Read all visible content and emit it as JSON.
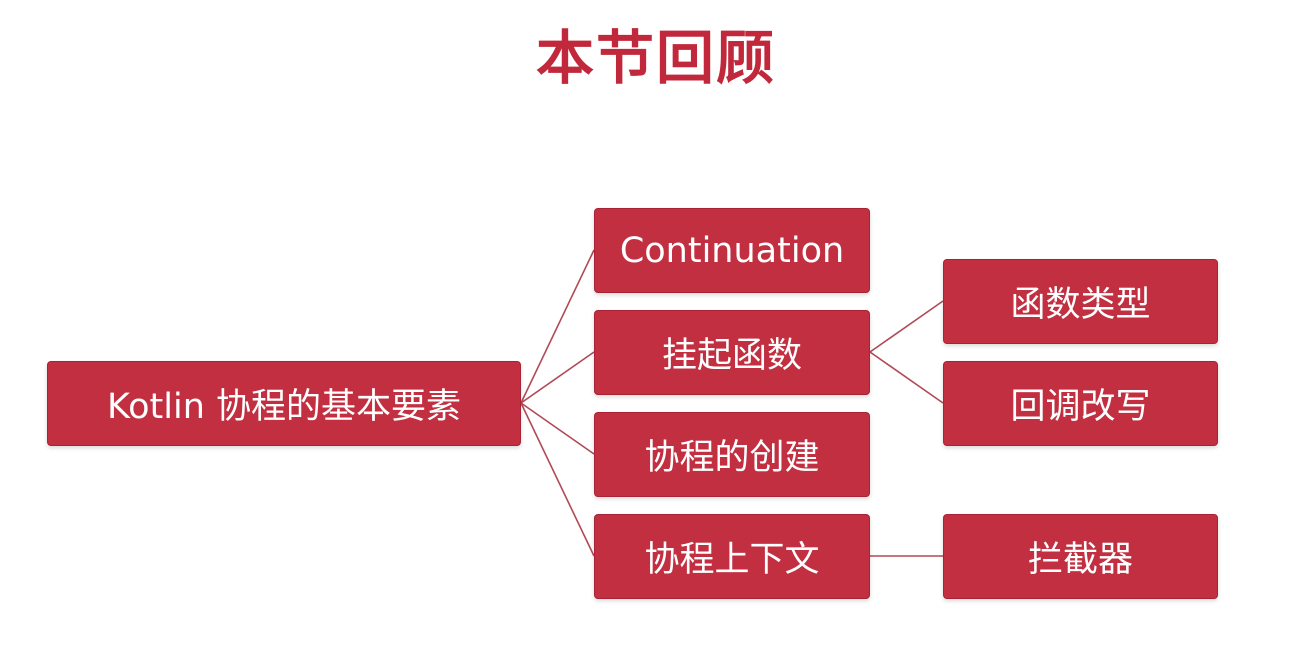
{
  "title": "本节回顾",
  "colors": {
    "accent": "#c1283b",
    "box_fill": "#c12f41",
    "line": "#b04a55"
  },
  "root": "Kotlin 协程的基本要素",
  "level1": [
    "Continuation",
    "挂起函数",
    "协程的创建",
    "协程上下文"
  ],
  "suspend_children": [
    "函数类型",
    "回调改写"
  ],
  "context_children": [
    "拦截器"
  ]
}
